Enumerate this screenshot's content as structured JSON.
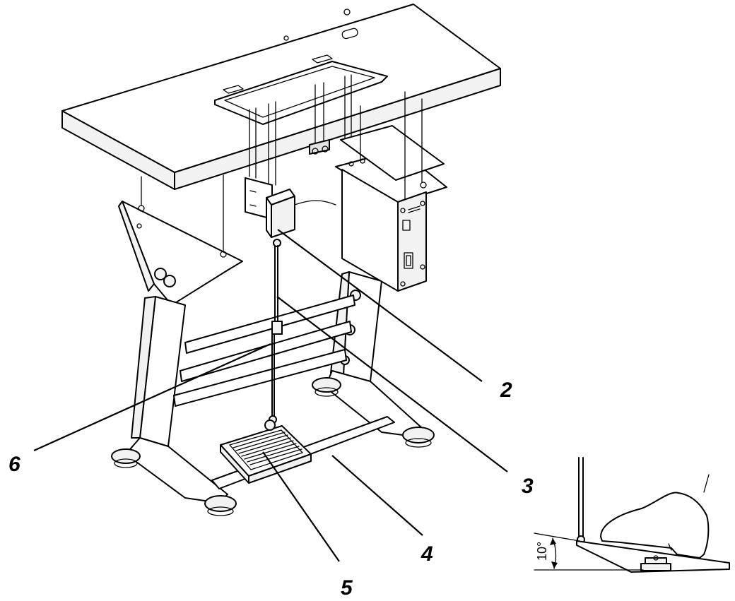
{
  "figure": {
    "callouts": {
      "part_2": "2",
      "part_3": "3",
      "part_4": "4",
      "part_5": "5",
      "part_6": "6"
    },
    "detail": {
      "angle_label": "10°"
    }
  }
}
